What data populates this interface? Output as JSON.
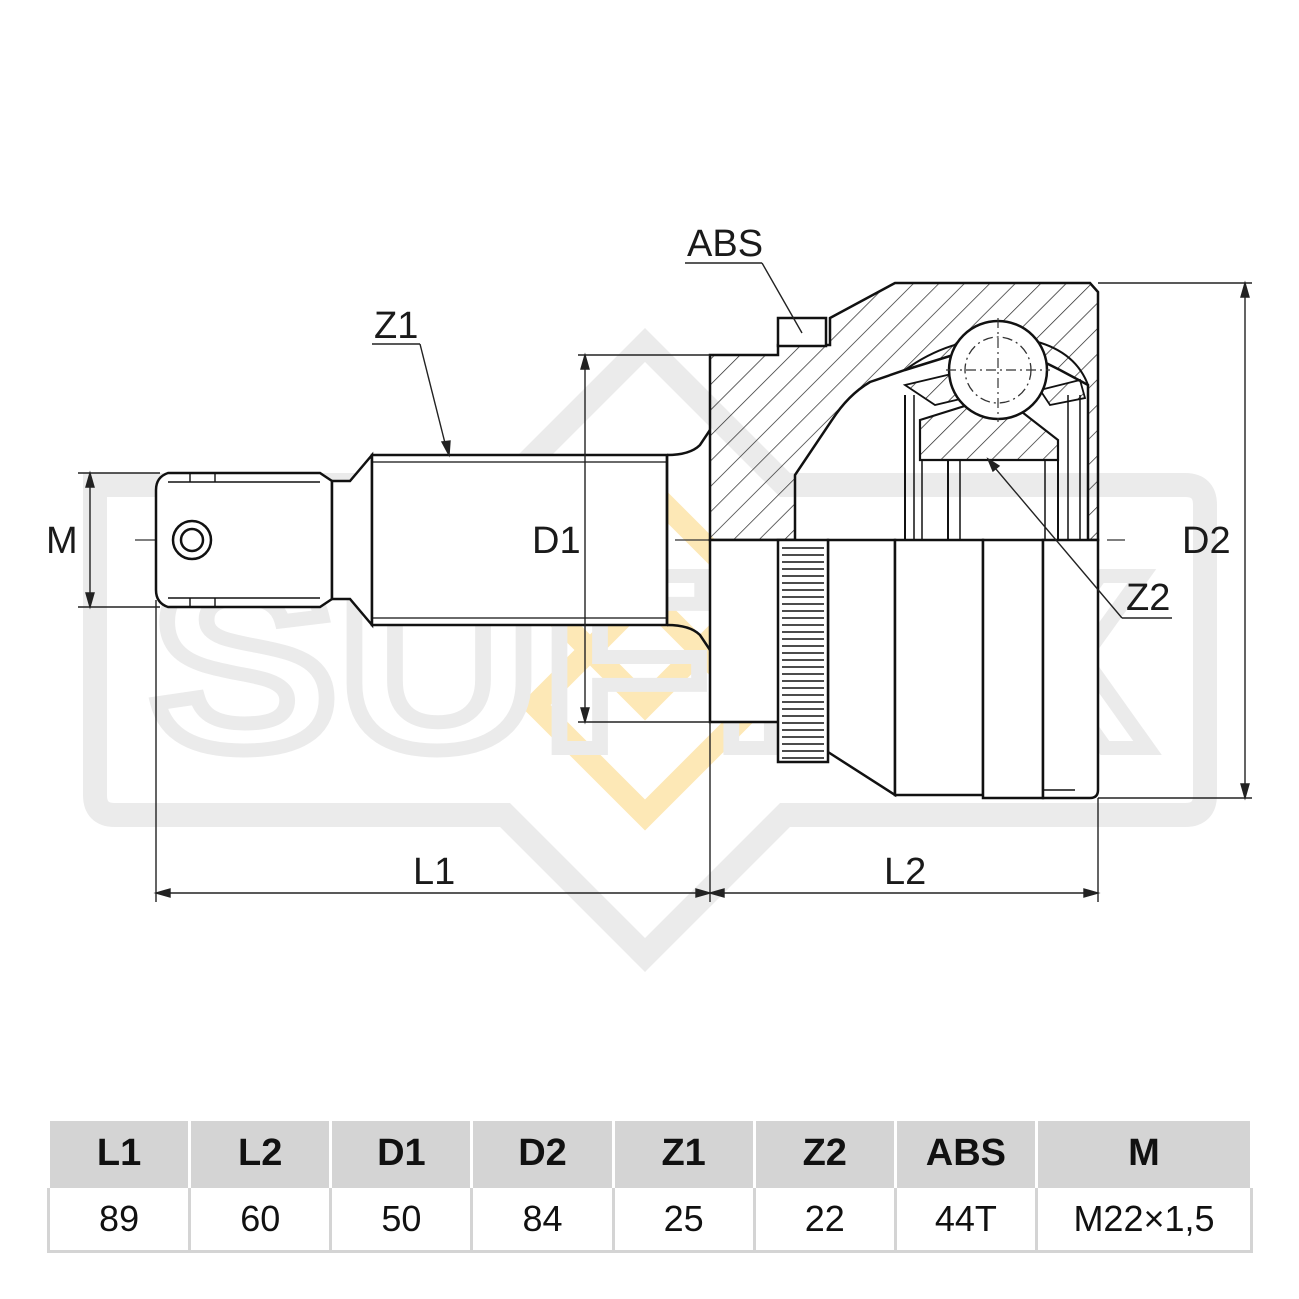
{
  "watermark": {
    "text": "SUFFIX",
    "outline_color": "#ebebeb",
    "diamond_color": "#fde8b6"
  },
  "labels": {
    "abs": "ABS",
    "z1": "Z1",
    "z2": "Z2",
    "m": "M",
    "d1": "D1",
    "d2": "D2",
    "l1": "L1",
    "l2": "L2"
  },
  "table": {
    "headers": [
      "L1",
      "L2",
      "D1",
      "D2",
      "Z1",
      "Z2",
      "ABS",
      "M"
    ],
    "values": [
      "89",
      "60",
      "50",
      "84",
      "25",
      "22",
      "44T",
      "M22×1,5"
    ]
  }
}
